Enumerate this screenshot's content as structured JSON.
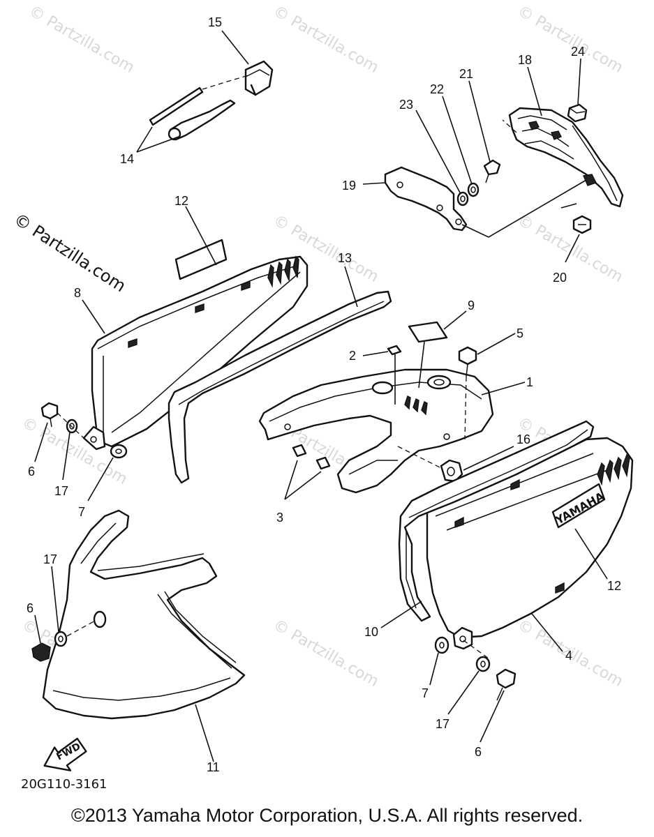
{
  "diagram": {
    "callouts": [
      {
        "id": "c15",
        "label": "15"
      },
      {
        "id": "c14",
        "label": "14"
      },
      {
        "id": "c24",
        "label": "24"
      },
      {
        "id": "c18",
        "label": "18"
      },
      {
        "id": "c21",
        "label": "21"
      },
      {
        "id": "c22",
        "label": "22"
      },
      {
        "id": "c23",
        "label": "23"
      },
      {
        "id": "c19",
        "label": "19"
      },
      {
        "id": "c20",
        "label": "20"
      },
      {
        "id": "c12a",
        "label": "12"
      },
      {
        "id": "c13",
        "label": "13"
      },
      {
        "id": "c8",
        "label": "8"
      },
      {
        "id": "c9",
        "label": "9"
      },
      {
        "id": "c2",
        "label": "2"
      },
      {
        "id": "c5",
        "label": "5"
      },
      {
        "id": "c1",
        "label": "1"
      },
      {
        "id": "c6a",
        "label": "6"
      },
      {
        "id": "c17a",
        "label": "17"
      },
      {
        "id": "c7a",
        "label": "7"
      },
      {
        "id": "c16",
        "label": "16"
      },
      {
        "id": "c3",
        "label": "3"
      },
      {
        "id": "c12b",
        "label": "12"
      },
      {
        "id": "c17b",
        "label": "17"
      },
      {
        "id": "c6b",
        "label": "6"
      },
      {
        "id": "c10",
        "label": "10"
      },
      {
        "id": "c4",
        "label": "4"
      },
      {
        "id": "c7b",
        "label": "7"
      },
      {
        "id": "c17c",
        "label": "17"
      },
      {
        "id": "c6c",
        "label": "6"
      },
      {
        "id": "c11",
        "label": "11"
      }
    ],
    "brand_mark": "YAMAHA",
    "direction_arrow": "FWD",
    "diagram_code": "20G110-3161"
  },
  "watermark": {
    "text": "© Partzilla.com",
    "side_text": "© Partzilla.com"
  },
  "footer": {
    "copyright": "©2013 Yamaha Motor Corporation, U.S.A. All rights reserved."
  }
}
